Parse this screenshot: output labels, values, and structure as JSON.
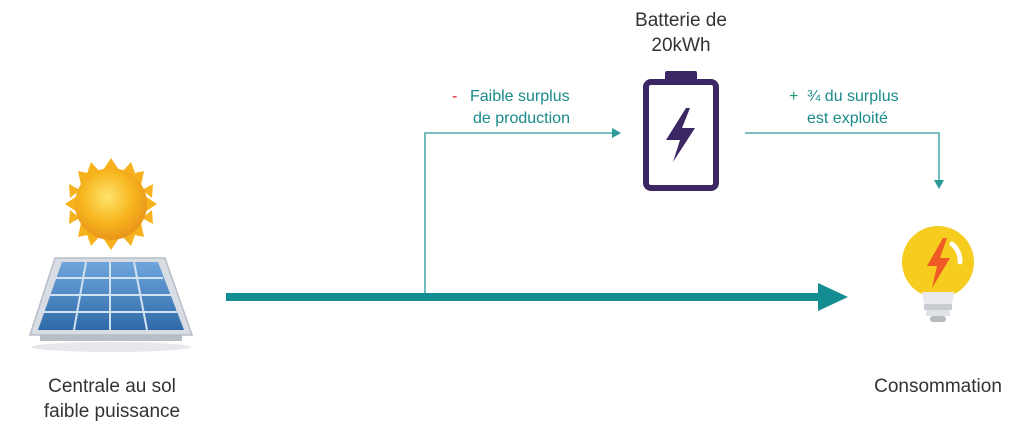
{
  "labels": {
    "battery_line1": "Batterie de",
    "battery_line2": "20kWh",
    "plant_line1": "Centrale au sol",
    "plant_line2": "faible puissance",
    "consumption": "Consommation",
    "surplus_in_sign": "-",
    "surplus_in_line1": "Faible surplus",
    "surplus_in_line2": "de production",
    "surplus_out_sign": "+",
    "surplus_out_line1": "¾ du surplus",
    "surplus_out_line2": "est exploité"
  },
  "colors": {
    "main_flow": "#138c92",
    "thin_flow": "#2a9a9a",
    "battery": "#3a2763",
    "minus_sign": "#d0182b",
    "plus_sign": "#1a9a7a",
    "sun": "#f5b21c",
    "bulb": "#f6cc1e",
    "bolt_bulb": "#f05a24",
    "panel": "#3b78b8"
  },
  "icons": {
    "plant": "solar-panel-with-sun-icon",
    "battery": "battery-charging-icon",
    "consumption": "lightbulb-bolt-icon"
  }
}
